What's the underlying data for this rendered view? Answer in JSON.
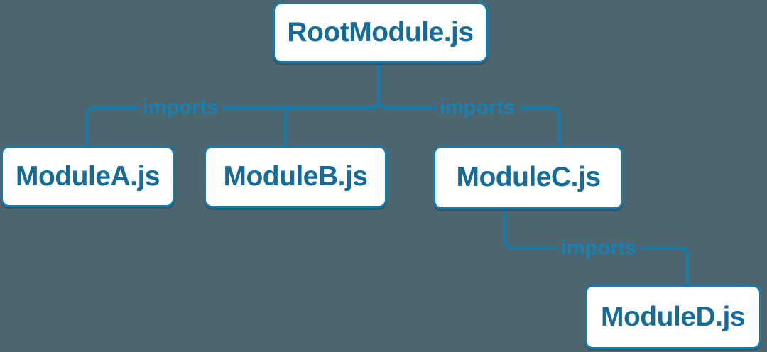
{
  "diagram": {
    "type": "module-dependency-tree",
    "nodes": [
      {
        "id": "root",
        "label": "RootModule.js"
      },
      {
        "id": "a",
        "label": "ModuleA.js"
      },
      {
        "id": "b",
        "label": "ModuleB.js"
      },
      {
        "id": "c",
        "label": "ModuleC.js"
      },
      {
        "id": "d",
        "label": "ModuleD.js"
      }
    ],
    "edges": [
      {
        "from": "RootModule.js",
        "to": "ModuleA.js",
        "label": "imports"
      },
      {
        "from": "RootModule.js",
        "to": "ModuleB.js",
        "label": ""
      },
      {
        "from": "RootModule.js",
        "to": "ModuleC.js",
        "label": "imports"
      },
      {
        "from": "ModuleC.js",
        "to": "ModuleD.js",
        "label": "imports"
      }
    ],
    "colors": {
      "background": "#4c6670",
      "line": "#137cac",
      "node_fill": "#ffffff",
      "node_border": "#137cac",
      "node_text": "#156c9b",
      "edge_label_text": "#1a80b1"
    }
  }
}
